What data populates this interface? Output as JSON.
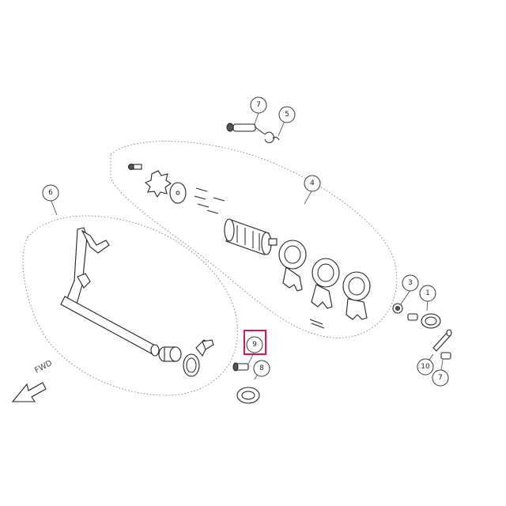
{
  "callouts": {
    "c1": "1",
    "c3": "3",
    "c4": "4",
    "c5": "5",
    "c6": "6",
    "c7a": "7",
    "c7b": "7",
    "c8": "8",
    "c9": "9",
    "c10": "10"
  },
  "direction_label": "FWD",
  "highlight_color": "#e0115f"
}
